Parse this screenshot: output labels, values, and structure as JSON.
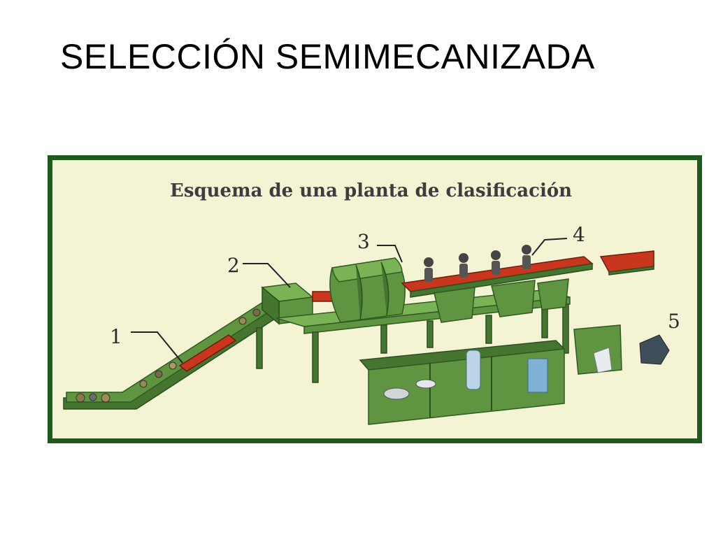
{
  "slide": {
    "title": "SELECCIÓN SEMIMECANIZADA"
  },
  "diagram": {
    "heading": "Esquema de una planta de clasificación",
    "callouts": [
      {
        "id": "conveyor",
        "label": "1"
      },
      {
        "id": "hopper",
        "label": "2"
      },
      {
        "id": "trommel",
        "label": "3"
      },
      {
        "id": "picking-line",
        "label": "4"
      },
      {
        "id": "rejects",
        "label": "5"
      }
    ],
    "colors": {
      "frame": "#1f5a1d",
      "background": "#f4f3d4",
      "machinery": "#5f9440",
      "belt": "#c8361d"
    }
  }
}
